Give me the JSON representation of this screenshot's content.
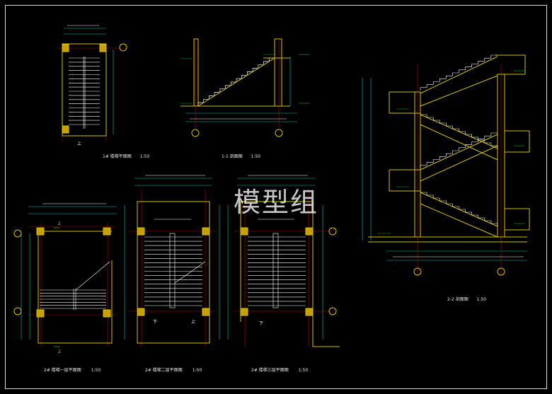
{
  "watermark": "模型组",
  "captions": {
    "plan_top": "1# 楼梯平面图",
    "plan_top_scale": "1:50",
    "section_11": "1-1 剖面图",
    "section_11_scale": "1:50",
    "plan_first": "2# 楼梯一层平面图",
    "plan_first_scale": "1:50",
    "plan_second": "2# 楼梯二层平面图",
    "plan_second_scale": "1:50",
    "plan_third": "2# 楼梯三层平面图",
    "plan_third_scale": "1:50",
    "section_22": "2-2 剖面图",
    "section_22_scale": "1:50"
  },
  "marks": {
    "up": "上",
    "down": "下",
    "cut": "2"
  },
  "colors": {
    "background": "#000000",
    "wall": "#d8c200",
    "stair": "#ffffff",
    "axis": "#c00000",
    "dim": "#00c8c8",
    "level": "#00c000",
    "column": "#c8a000"
  }
}
